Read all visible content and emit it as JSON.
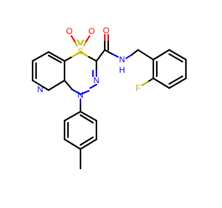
{
  "molecule": {
    "colors": {
      "carbon_bond": "#000000",
      "oxygen": "#ff0000",
      "nitrogen": "#0000ff",
      "sulfur": "#c8b400",
      "fluorine": "#b8ab00"
    },
    "labels": {
      "sulfonyl_o_left": "O",
      "sulfonyl_o_right": "O",
      "sulfur": "S",
      "carbonyl_o": "O",
      "amide_nh": "N",
      "amide_h": "H",
      "fluorine": "F",
      "ring_n_middle": "N",
      "ring_n_lower": "N",
      "pyridine_n": "N"
    }
  }
}
